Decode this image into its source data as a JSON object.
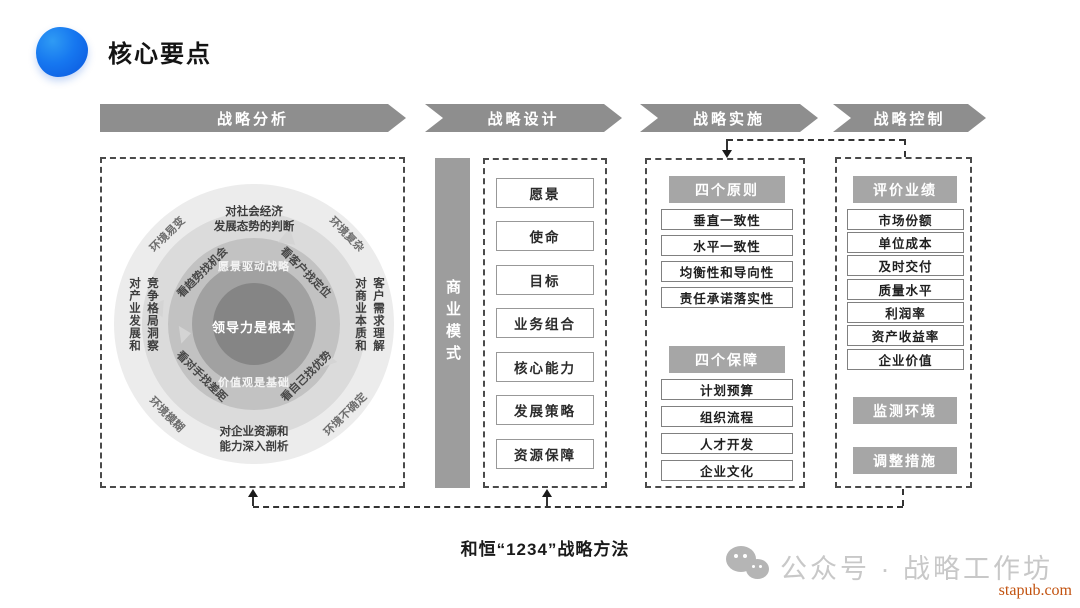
{
  "header": {
    "title": "核心要点"
  },
  "process": {
    "steps": [
      "战略分析",
      "战略设计",
      "战略实施",
      "战略控制"
    ]
  },
  "analysis": {
    "center": "领导力是根本",
    "ring_top": "愿景驱动战略",
    "ring_bottom": "价值观是基础",
    "quad_tl": "看趋势找机会",
    "quad_tr": "看客户找定位",
    "quad_bl": "看对手找差距",
    "quad_br": "看自己找优势",
    "outer_top_1": "对社会经济",
    "outer_top_2": "发展态势的判断",
    "outer_bottom_1": "对企业资源和",
    "outer_bottom_2": "能力深入剖析",
    "outer_left_1": "对产业发展和",
    "outer_left_2": "竞争格局洞察",
    "outer_right_1": "对商业本质和",
    "outer_right_2": "客户需求理解",
    "corner_tl": "环境易变",
    "corner_tr": "环境复杂",
    "corner_bl": "环境模糊",
    "corner_br": "环境不确定"
  },
  "design": {
    "side_label": "商业模式",
    "items": [
      "愿景",
      "使命",
      "目标",
      "业务组合",
      "核心能力",
      "发展策略",
      "资源保障"
    ]
  },
  "implementation": {
    "principles_title": "四个原则",
    "principles": [
      "垂直一致性",
      "水平一致性",
      "均衡性和导向性",
      "责任承诺落实性"
    ],
    "guarantees_title": "四个保障",
    "guarantees": [
      "计划预算",
      "组织流程",
      "人才开发",
      "企业文化"
    ]
  },
  "control": {
    "performance_title": "评价业绩",
    "metrics": [
      "市场份额",
      "单位成本",
      "及时交付",
      "质量水平",
      "利润率",
      "资产收益率",
      "企业价值"
    ],
    "monitor_title": "监测环境",
    "adjust_title": "调整措施"
  },
  "footer": {
    "caption": "和恒“1234”战略方法",
    "watermark": "公众号 · 战略工作坊",
    "site": "stapub.com"
  },
  "colors": {
    "accent_blue": "#1677f0",
    "banner_gray": "#8e8e8e",
    "header_gray": "#a6a6a6",
    "site_orange": "#c2520f"
  }
}
